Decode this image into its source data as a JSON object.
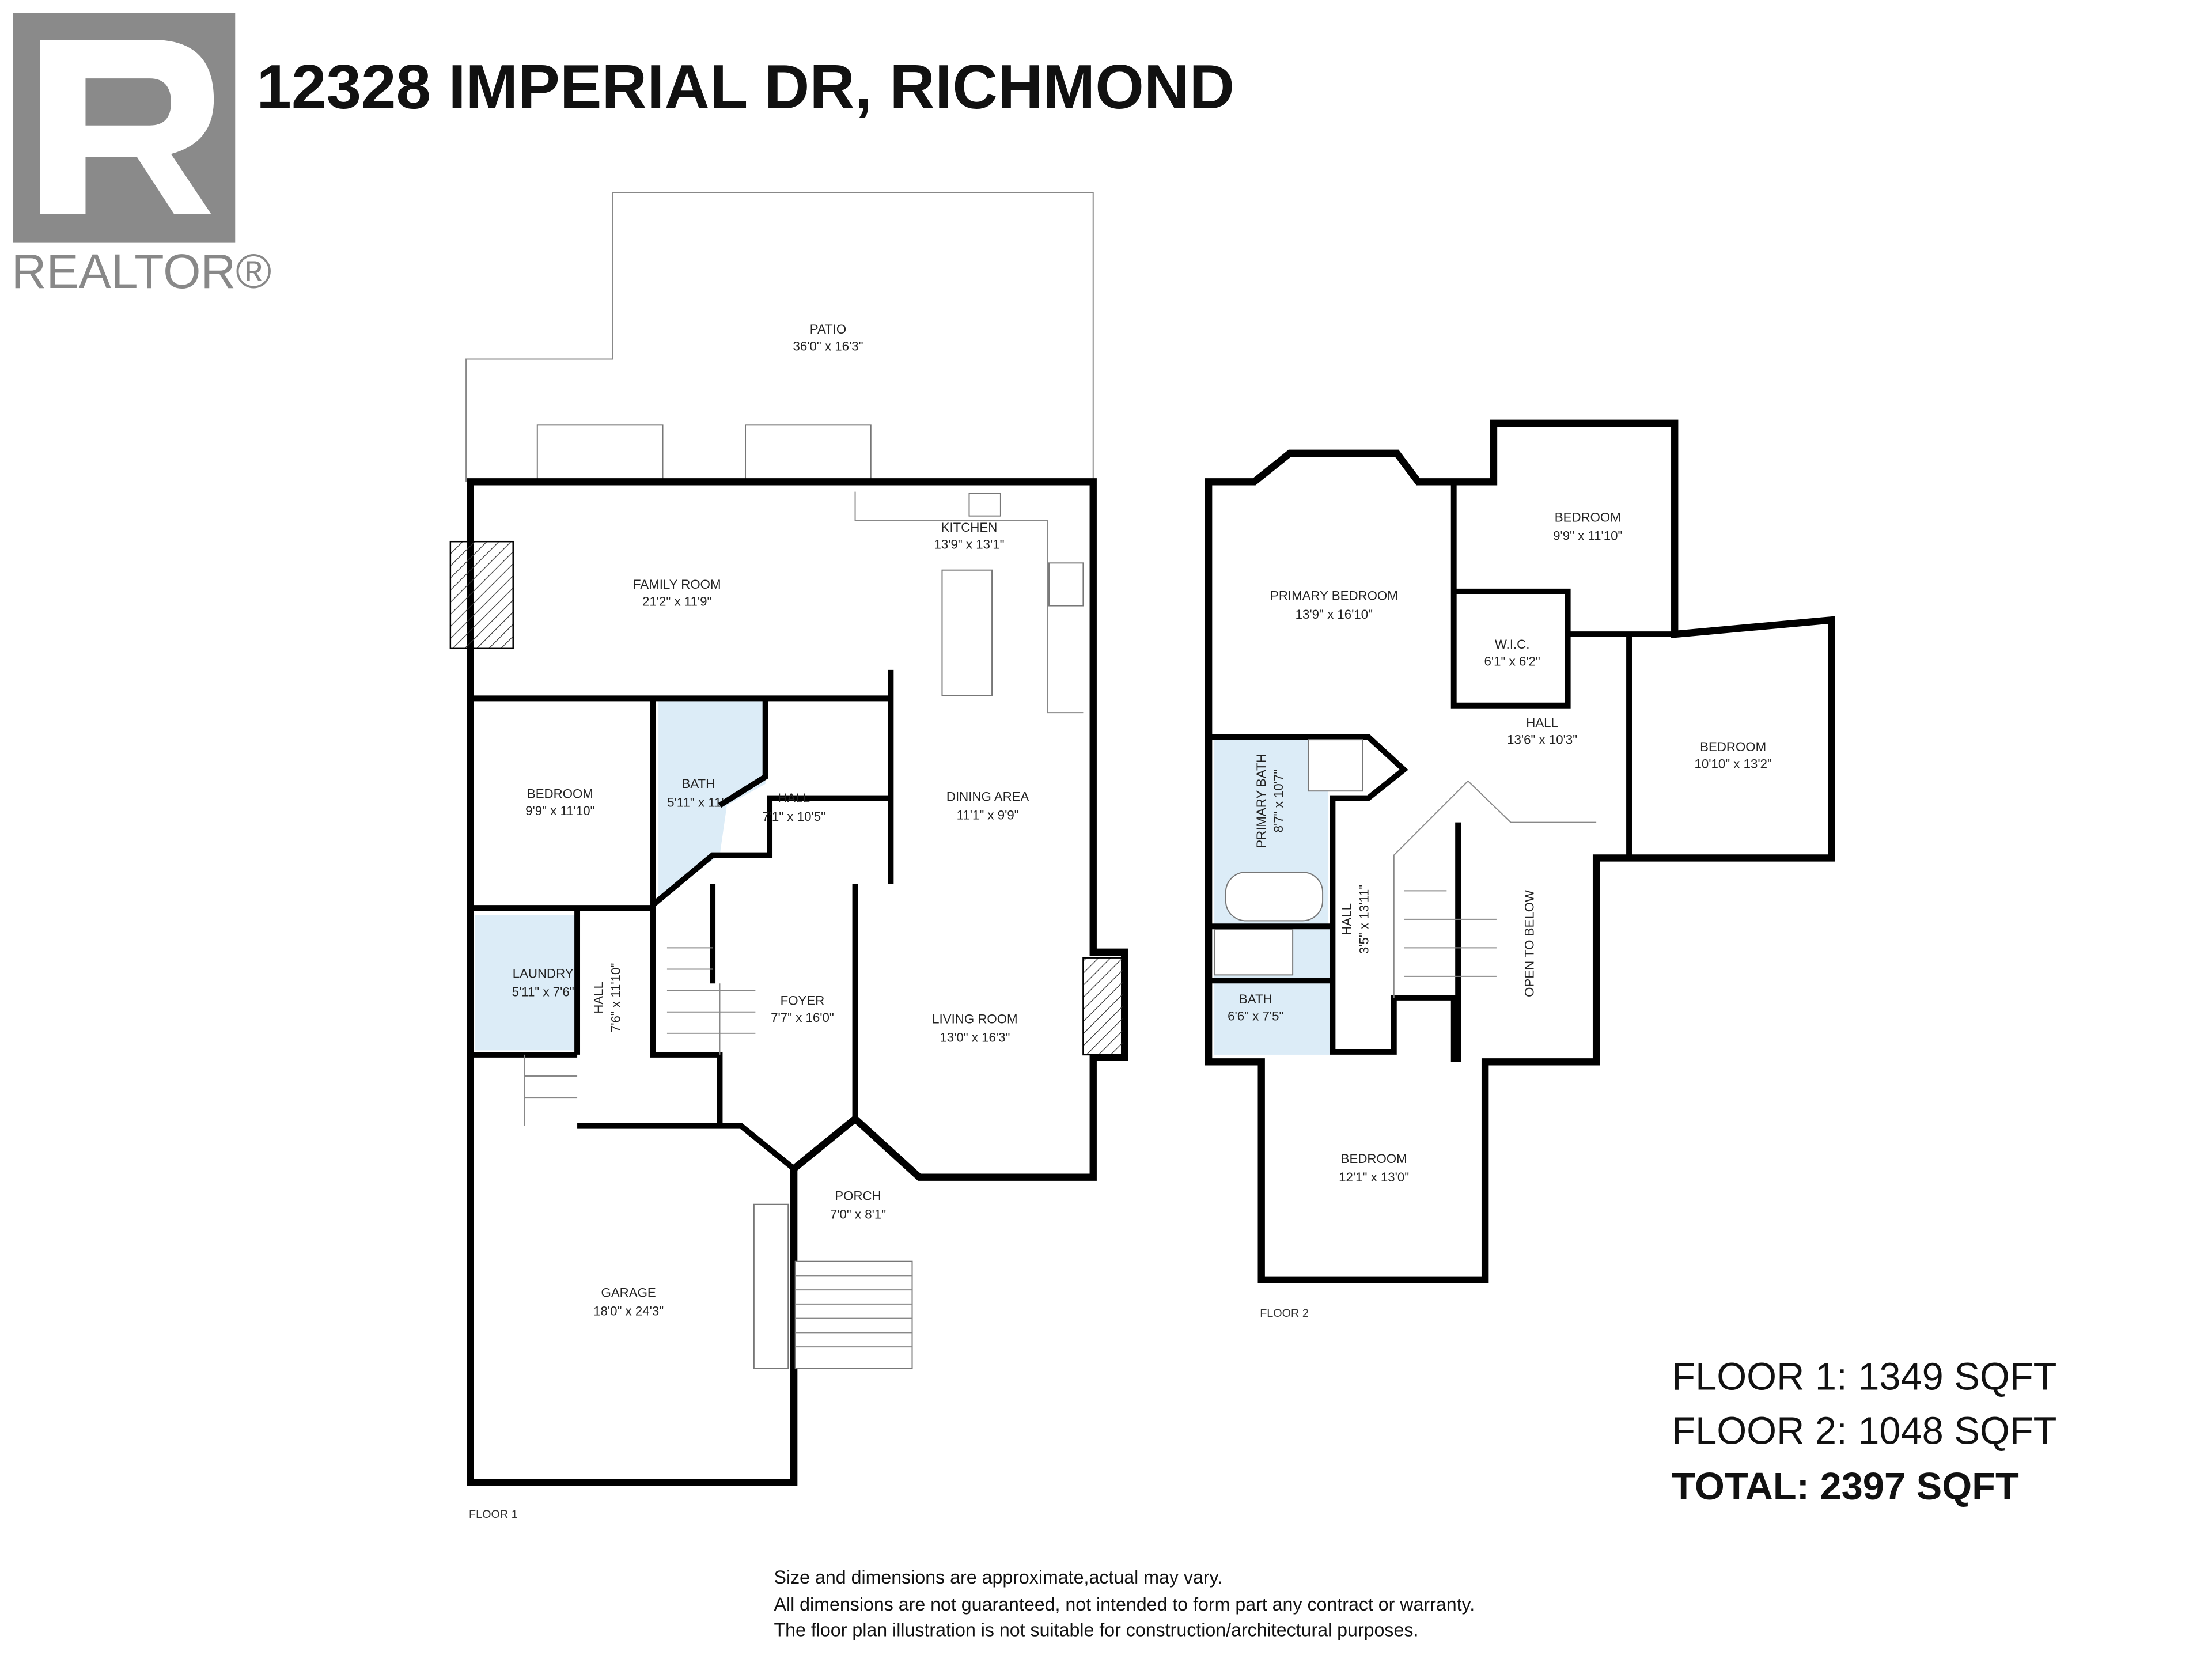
{
  "header": {
    "title": "12328 IMPERIAL DR, RICHMOND",
    "logo_text": "REALTOR®",
    "logo_color": "#8a8a8a"
  },
  "floor1": {
    "label": "FLOOR 1",
    "rooms": [
      {
        "name": "PATIO",
        "size": "36'0\" x 16'3\""
      },
      {
        "name": "KITCHEN",
        "size": "13'9\" x 13'1\""
      },
      {
        "name": "FAMILY ROOM",
        "size": "21'2\" x 11'9\""
      },
      {
        "name": "BEDROOM",
        "size": "9'9\" x 11'10\""
      },
      {
        "name": "BATH",
        "size": "5'11\" x 11'"
      },
      {
        "name": "HALL",
        "size": "7'1\" x 10'5\""
      },
      {
        "name": "DINING AREA",
        "size": "11'1\" x 9'9\""
      },
      {
        "name": "LAUNDRY",
        "size": "5'11\" x 7'6\""
      },
      {
        "name": "HALL",
        "size": "7'6\" x 11'10\""
      },
      {
        "name": "FOYER",
        "size": "7'7\" x 16'0\""
      },
      {
        "name": "LIVING ROOM",
        "size": "13'0\" x 16'3\""
      },
      {
        "name": "PORCH",
        "size": "7'0\" x 8'1\""
      },
      {
        "name": "GARAGE",
        "size": "18'0\" x 24'3\""
      }
    ]
  },
  "floor2": {
    "label": "FLOOR 2",
    "rooms": [
      {
        "name": "BEDROOM",
        "size": "9'9\" x 11'10\""
      },
      {
        "name": "PRIMARY BEDROOM",
        "size": "13'9\" x 16'10\""
      },
      {
        "name": "W.I.C.",
        "size": "6'1\" x 6'2\""
      },
      {
        "name": "HALL",
        "size": "13'6\" x 10'3\""
      },
      {
        "name": "BEDROOM",
        "size": "10'10\" x 13'2\""
      },
      {
        "name": "PRIMARY BATH",
        "size": "8'7\" x 10'7\""
      },
      {
        "name": "HALL",
        "size": "3'5\" x 13'11\""
      },
      {
        "name": "OPEN TO BELOW",
        "size": ""
      },
      {
        "name": "BATH",
        "size": "6'6\" x 7'5\""
      },
      {
        "name": "BEDROOM",
        "size": "12'1\" x 13'0\""
      }
    ]
  },
  "summary": {
    "floor1": "FLOOR 1: 1349 SQFT",
    "floor2": "FLOOR 2: 1048 SQFT",
    "total": "TOTAL: 2397 SQFT"
  },
  "disclaimer": [
    "Size and dimensions are approximate,actual may vary.",
    "All dimensions are not guaranteed, not intended to form part any contract or warranty.",
    "The floor plan illustration is not suitable for construction/architectural purposes."
  ],
  "colors": {
    "wet_room_fill": "#dcecf7",
    "wall": "#000000"
  }
}
